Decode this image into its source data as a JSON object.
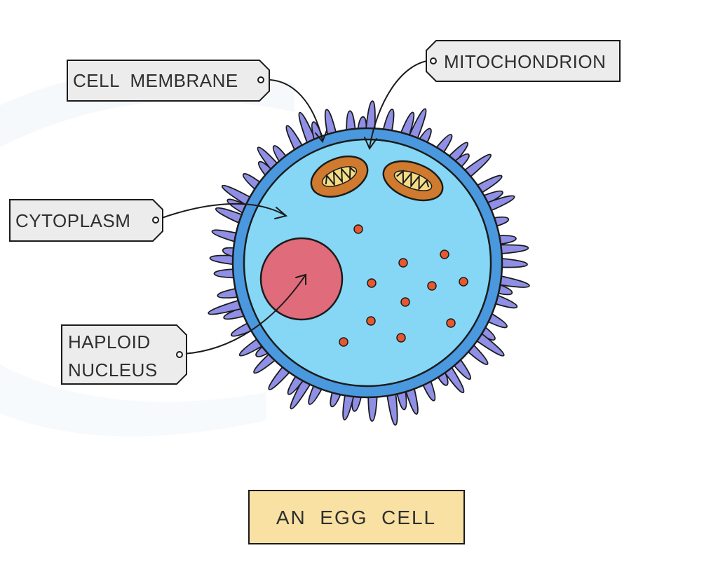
{
  "labels": {
    "cell_membrane": "CELL  MEMBRANE",
    "mitochondrion": "MITOCHONDRION",
    "cytoplasm": "CYTOPLASM",
    "haploid_nucleus_line1": "HAPLOID",
    "haploid_nucleus_line2": "NUCLEUS"
  },
  "caption": "AN  EGG  CELL",
  "colors": {
    "spikes": "#8f8fe6",
    "membrane_outer": "#4a98dd",
    "cytoplasm": "#86d7f5",
    "nucleus": "#e06b7b",
    "mitochondrion": "#cf7a2e",
    "mitochondrion_inner": "#f4dc86",
    "granules": "#e8582f",
    "tag_fill": "#ececec",
    "caption_fill": "#f9e1a4"
  }
}
